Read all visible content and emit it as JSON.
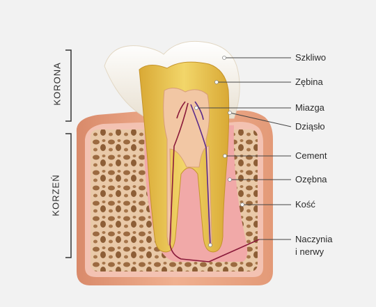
{
  "labels": {
    "enamel": "Szkliwo",
    "dentin": "Zębina",
    "pulp": "Miazga",
    "gum": "Dziąsło",
    "cement": "Cement",
    "periodontium": "Ozębna",
    "bone": "Kość",
    "vessels_line1": "Naczynia",
    "vessels_line2": "i nerwy"
  },
  "sections": {
    "crown": "KORONA",
    "root": "KORZEŃ"
  },
  "colors": {
    "background": "#f2f2f2",
    "enamel": "#f7f3ec",
    "dentin": "#e8c64a",
    "pulp": "#f1c09a",
    "gum": "#e8a07e",
    "bone": "#a9784c",
    "vessels": "#8a1a3a"
  }
}
